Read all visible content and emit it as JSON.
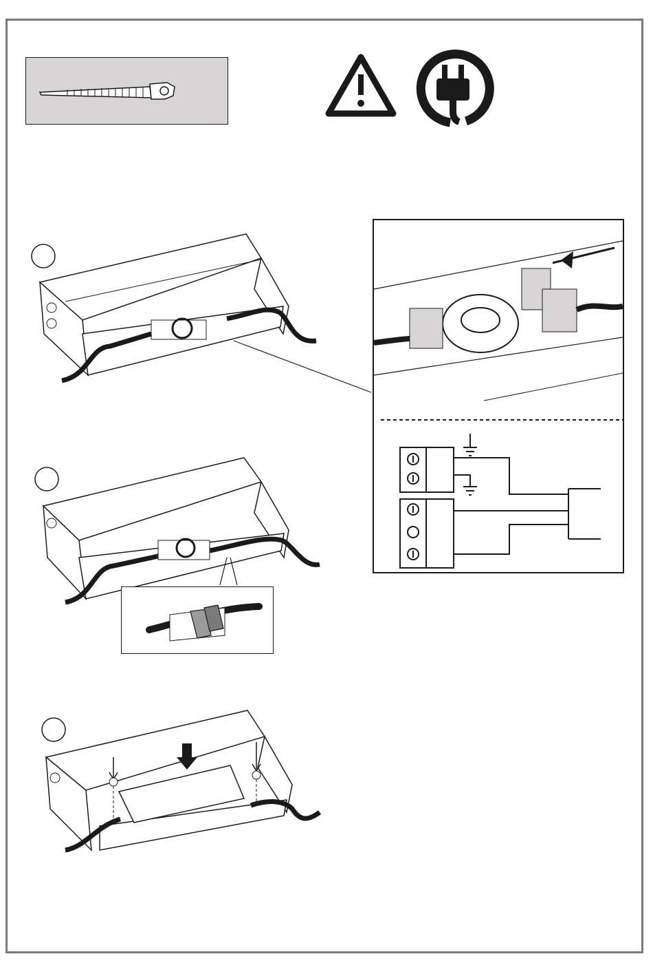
{
  "page": {
    "background": "#ffffff",
    "frame_color": "#7a7a7a",
    "line_color": "#1a1a1a",
    "gray_fill": "#d8d5d6"
  },
  "parts_box": {
    "item_icon": "cable-tie-icon"
  },
  "warning": {
    "icons": [
      "warning-triangle-icon",
      "power-plug-icon"
    ]
  },
  "steps": [
    {
      "icon": "step-circle-icon",
      "scene": "junction-box-with-transformer"
    },
    {
      "icon": "step-circle-icon",
      "scene": "junction-box-cable-tie"
    },
    {
      "icon": "step-circle-icon",
      "scene": "junction-box-cover-screws"
    }
  ],
  "detail_panel": {
    "top_view": "transformer-terminal-closeup",
    "bottom_view": "wiring-schematic",
    "ground_symbols": 2,
    "terminal_blocks": [
      {
        "terminals": [
          "screw",
          "screw"
        ]
      },
      {
        "terminals": [
          "screw",
          "empty",
          "screw"
        ]
      }
    ]
  }
}
